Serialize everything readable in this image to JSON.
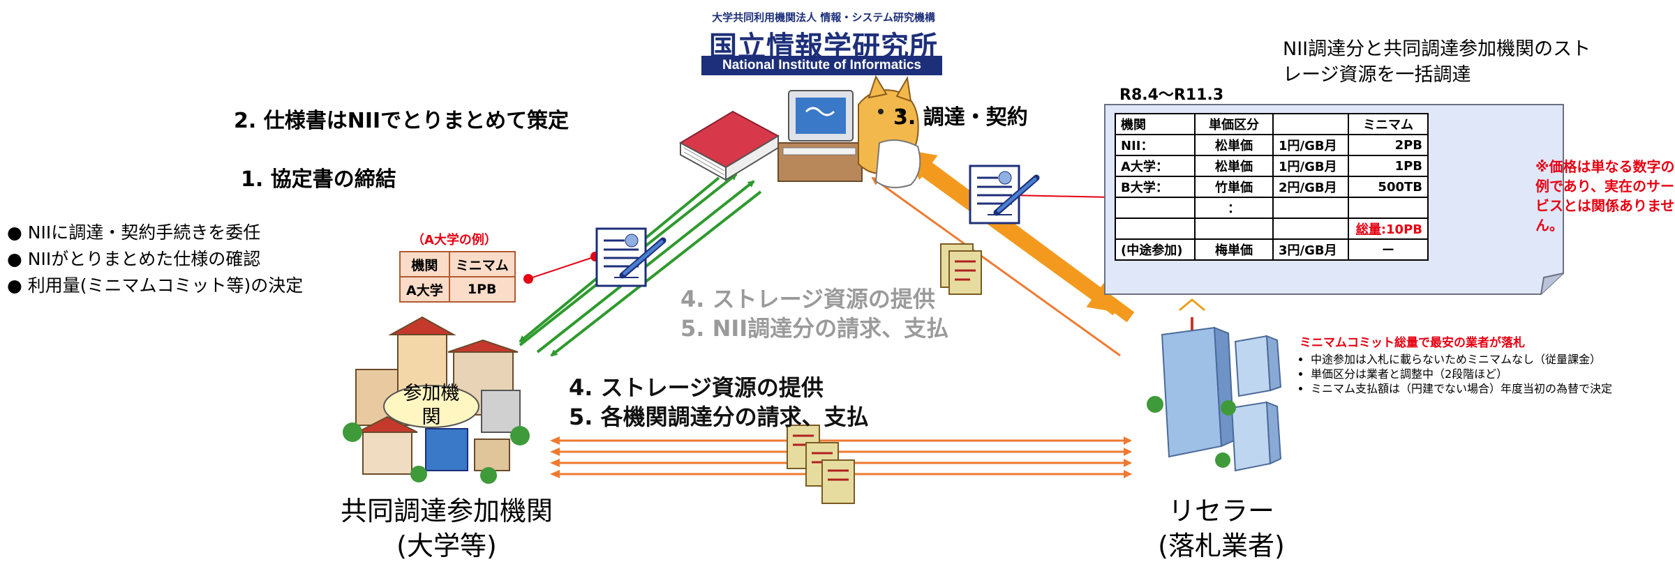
{
  "logo": {
    "sub": "大学共同利用機関法人 情報・システム研究機構",
    "main": "国立情報学研究所",
    "en": "National Institute of Informatics"
  },
  "steps": {
    "step2": "2. 仕様書はNIIでとりまとめて策定",
    "step1": "1. 協定書の締結",
    "step3": "3. 調達・契約",
    "grey_line1": "4. ストレージ資源の提供",
    "grey_line2": "5. NII調達分の請求、支払",
    "dark_line1": "4. ストレージ資源の提供",
    "dark_line2": "5. 各機関調達分の請求、支払"
  },
  "bullets": [
    "● NIIに調達・契約手続きを委任",
    "● NIIがとりまとめた仕様の確認",
    "● 利用量(ミニマムコミット等)の決定"
  ],
  "example": {
    "caption": "（A大学の例）",
    "header": [
      "機関",
      "ミニマム"
    ],
    "row": [
      "A大学",
      "1PB"
    ]
  },
  "bulk": {
    "title_line1": "NII調達分と共同調達参加機関のスト",
    "title_line2": "レージ資源を一括調達",
    "period": "R8.4〜R11.3"
  },
  "table": {
    "header": [
      "機関",
      "単価区分",
      "",
      "ミニマム"
    ],
    "rows": [
      [
        "NII：",
        "松単価",
        "1円/GB月",
        "2PB"
      ],
      [
        "A大学：",
        "松単価",
        "1円/GB月",
        "1PB"
      ],
      [
        "B大学：",
        "竹単価",
        "2円/GB月",
        "500TB"
      ],
      [
        "",
        "：",
        "",
        ""
      ]
    ],
    "total_label": "総量",
    "total_value": ":10PB",
    "mid": [
      "(中途参加)",
      "梅単価",
      "3円/GB月",
      "ー"
    ]
  },
  "price_note": "※価格は単なる数字の例であり、実在のサービスとは関係ありません。",
  "reseller_notes": {
    "heading": "ミニマムコミット総量で最安の業者が落札",
    "items": [
      "中途参加は入札に載らないためミニマムなし（従量課金）",
      "単価区分は業者と調整中（2段階ほど）",
      "ミニマム支払額は（円建でない場合）年度当初の為替で決定"
    ]
  },
  "participants": {
    "oval_label_line1": "参加機",
    "oval_label_line2": "関",
    "label_line1": "共同調達参加機関",
    "label_line2": "(大学等)"
  },
  "reseller": {
    "label_line1": "リセラー",
    "label_line2": "(落札業者)"
  },
  "colors": {
    "nii_blue": "#1d2f7a",
    "green_arrow": "#2e9a2e",
    "orange_arrow": "#f39a1e",
    "orange_thin": "#ee7a30",
    "red_note": "#e60012",
    "paper": "#dfe7f8"
  }
}
